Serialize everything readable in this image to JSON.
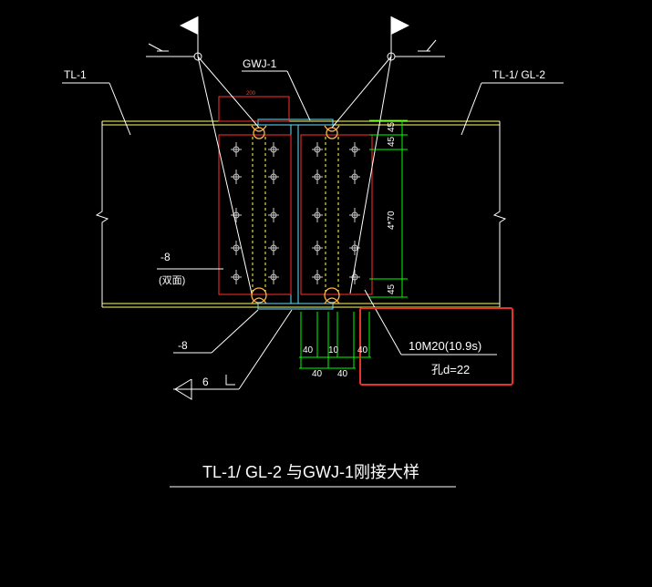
{
  "drawing": {
    "title": "TL-1/ GL-2 与GWJ-1刚接大样",
    "labels": {
      "beam_left": "TL-1",
      "beam_right": "TL-1/ GL-2",
      "column": "GWJ-1",
      "plate_small_dim": "200",
      "plate_thickness_left": "-8",
      "plate_note_left": "(双面)",
      "plate_thickness_bottom": "-8",
      "weld_symbol_size": "6"
    },
    "vertical_dims": [
      "45",
      "45",
      "4*70",
      "45"
    ],
    "horizontal_dims_top": [
      "40",
      "10",
      "40"
    ],
    "horizontal_dims_bottom": [
      "40",
      "40"
    ],
    "bolt_note": {
      "line1": "10M20(10.9s)",
      "line2": "孔d=22"
    }
  },
  "colors": {
    "background": "#000000",
    "beam_line": "#ffff66",
    "steel_outline": "#ff3030",
    "dimension": "#00ff00",
    "leader": "#ffffff",
    "cyan": "#66e0ff",
    "highlight_box": "#e8332a",
    "bolt": "#c8c8c8"
  }
}
